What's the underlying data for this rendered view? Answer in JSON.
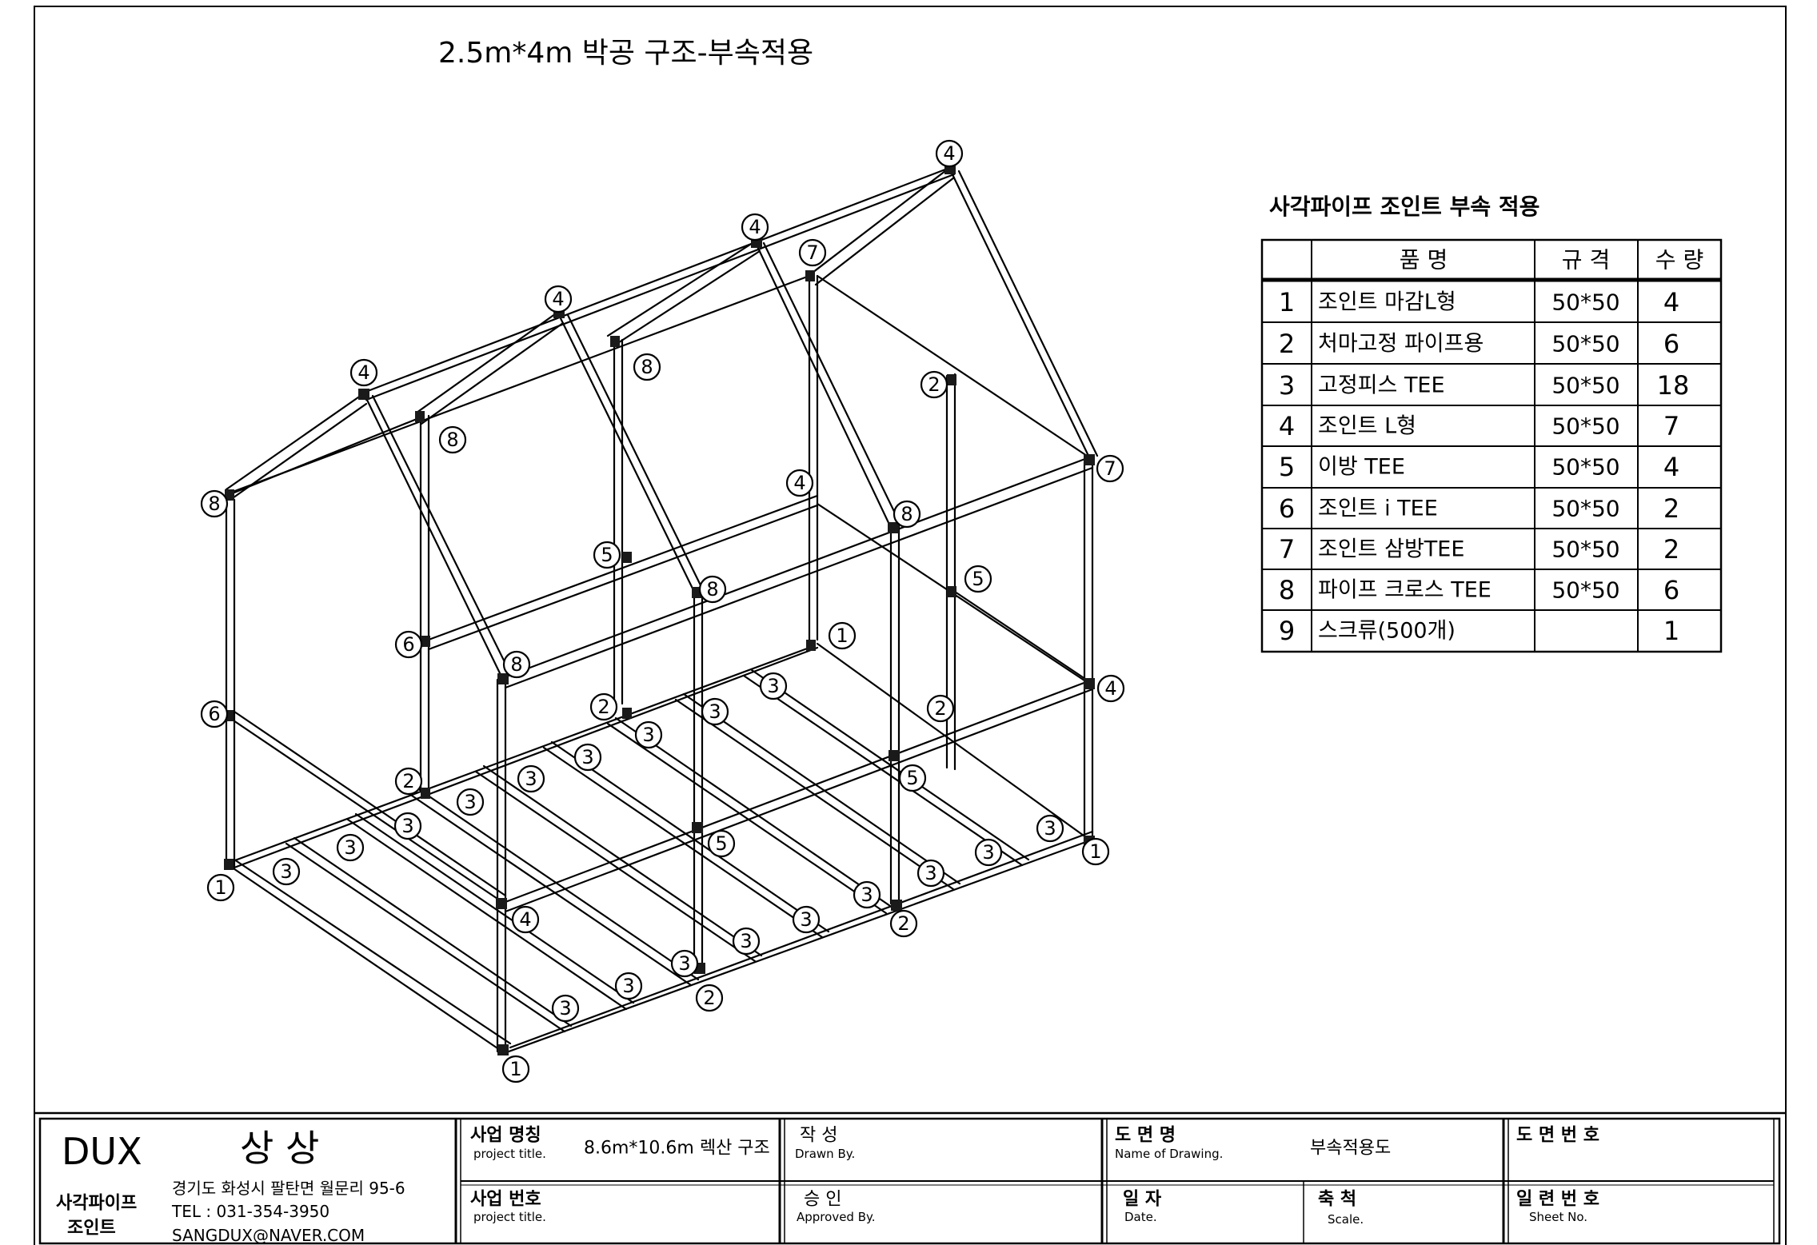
{
  "drawing": {
    "title": "2.5m*4m 박공 구조-부속적용"
  },
  "parts_table": {
    "title": "사각파이프 조인트 부속 적용",
    "headers": {
      "name": "품      명",
      "spec": "규    격",
      "qty": "수    량"
    },
    "rows": [
      {
        "no": "1",
        "name": "조인트 마감L형",
        "spec": "50*50",
        "qty": "4"
      },
      {
        "no": "2",
        "name": "처마고정 파이프용",
        "spec": "50*50",
        "qty": "6"
      },
      {
        "no": "3",
        "name": "고정피스 TEE",
        "spec": "50*50",
        "qty": "18"
      },
      {
        "no": "4",
        "name": "조인트 L형",
        "spec": "50*50",
        "qty": "7"
      },
      {
        "no": "5",
        "name": "이방 TEE",
        "spec": "50*50",
        "qty": "4"
      },
      {
        "no": "6",
        "name": "조인트 i TEE",
        "spec": "50*50",
        "qty": "2"
      },
      {
        "no": "7",
        "name": "조인트 삼방TEE",
        "spec": "50*50",
        "qty": "2"
      },
      {
        "no": "8",
        "name": "파이프 크로스 TEE",
        "spec": "50*50",
        "qty": "6"
      },
      {
        "no": "9",
        "name": "스크류(500개)",
        "spec": "",
        "qty": "1"
      }
    ]
  },
  "title_block": {
    "company": "DUX",
    "company_kor": "상 상",
    "brand_line1": "사각파이프",
    "brand_line2": "조인트",
    "address": "경기도 화성시 팔탄면 월문리 95-6",
    "tel": "TEL : 031-354-3950",
    "email": "SANGDUX@NAVER.COM",
    "project_name_kor": "사업 명칭",
    "project_name_eng": "project title.",
    "project_name_value": "8.6m*10.6m 렉산 구조",
    "project_no_kor": "사업 번호",
    "project_no_eng": "project title.",
    "drawn_kor": "작    성",
    "drawn_eng": "Drawn By.",
    "approved_kor": "승    인",
    "approved_eng": "Approved By.",
    "drawing_name_kor": "도 면 명",
    "drawing_name_eng": "Name of Drawing.",
    "drawing_name_value": "부속적용도",
    "date_kor": "일  자",
    "date_eng": "Date.",
    "scale_kor": "축  척",
    "scale_eng": "Scale.",
    "drawing_no_kor": "도 면 번 호",
    "sheet_no_kor": "일 련 번 호",
    "sheet_no_eng": "Sheet No."
  },
  "callouts": [
    "1",
    "2",
    "3",
    "4",
    "5",
    "6",
    "7",
    "8"
  ]
}
